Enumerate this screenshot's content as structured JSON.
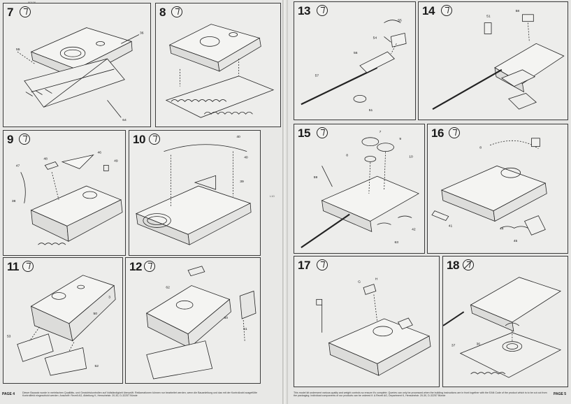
{
  "page": {
    "left_page_label": "PAGE 4",
    "right_page_label": "PAGE 5",
    "top_code": "80106",
    "side_code": "L10",
    "footer_left": "Dieser Bausatz wurde in mehrfachen Qualitäts- und Gewichtskontrollen auf Vollständigkeit überprüft. Reklamationen können nur bearbeitet werden, wenn die Bauanleitung und das mit der Kontrollzahl ausgefüllte Kontrollfeld eingeschickt werden. Anschrift: Revell AG, Abteilung K, Henschelstr. 20-30, D-32257 Bünde",
    "footer_right": "This model kit underwent various quality and weight controls so ensure it's complete. Queries can only be processed when the building instructions are in front together with the EAN Code of the product which is to be cut out from the packaging. Individual components of our products can be ordered if. A Revell AG, Department K, Henschelstr. 20-30, D-32257 Bünde"
  },
  "steps": [
    {
      "number": "7",
      "icon": "glue-icon"
    },
    {
      "number": "8",
      "icon": "glue-icon"
    },
    {
      "number": "9",
      "icon": "glue-icon"
    },
    {
      "number": "10",
      "icon": "glue-icon"
    },
    {
      "number": "11",
      "icon": "glue-icon"
    },
    {
      "number": "12",
      "icon": "glue-icon"
    },
    {
      "number": "13",
      "icon": "glue-icon"
    },
    {
      "number": "14",
      "icon": "glue-icon"
    },
    {
      "number": "15",
      "icon": "glue-icon"
    },
    {
      "number": "16",
      "icon": "glue-icon"
    },
    {
      "number": "17",
      "icon": "glue-icon"
    },
    {
      "number": "18",
      "icon": "no-glue-icon"
    }
  ],
  "parts": {
    "s7": [
      "36",
      "55",
      "64"
    ],
    "s9": [
      "47",
      "48",
      "46",
      "49",
      "38"
    ],
    "s10": [
      "40",
      "40",
      "39"
    ],
    "s11": [
      "3",
      "50",
      "53",
      "52"
    ],
    "s12": [
      "62",
      "60",
      "61"
    ],
    "s13": [
      "55",
      "54",
      "56",
      "57",
      "51"
    ],
    "s14": [
      "51",
      "58"
    ],
    "s15": [
      "7",
      "9",
      "8",
      "10",
      "59",
      "42",
      "63"
    ],
    "s16": [
      "8",
      "41",
      "44",
      "45"
    ],
    "s17": [
      "G",
      "H"
    ],
    "s18": [
      "37",
      "36"
    ]
  }
}
